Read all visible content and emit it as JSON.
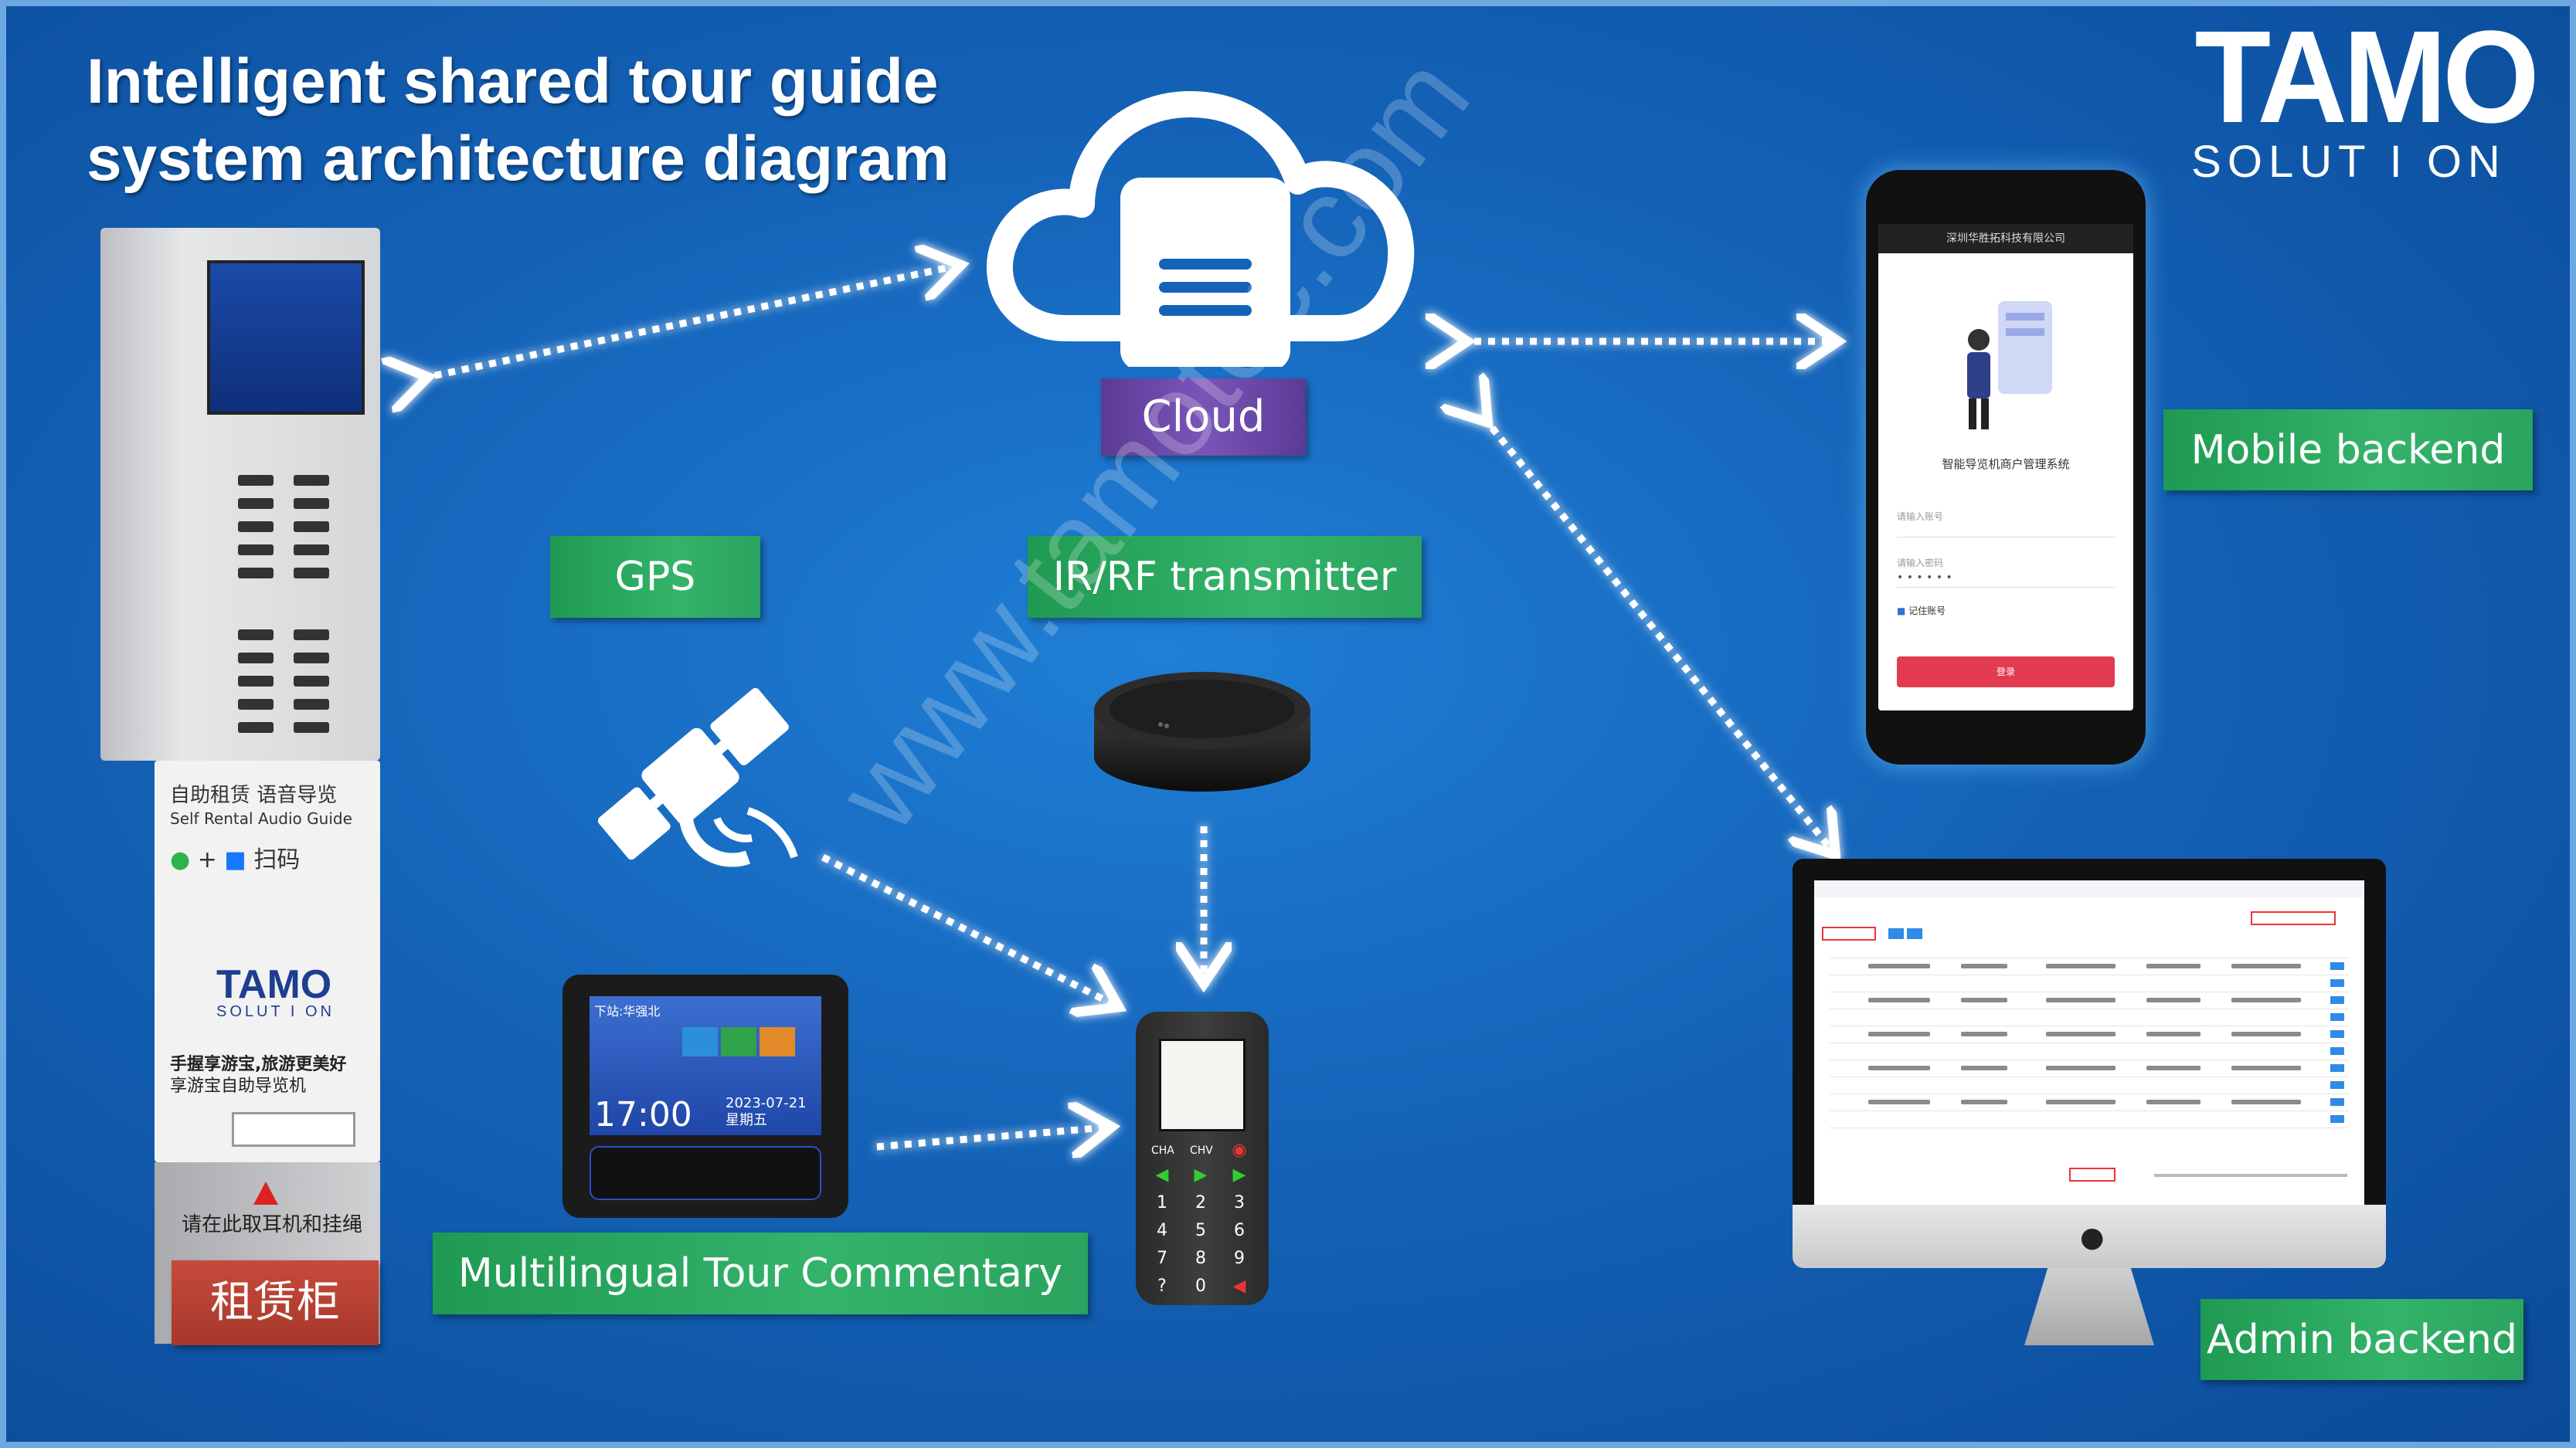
{
  "title": {
    "line1": "Intelligent shared tour guide",
    "line2": "system architecture diagram"
  },
  "logo": {
    "big": "TAMO",
    "small": "SOLUT I ON"
  },
  "labels": {
    "cloud": "Cloud",
    "gps": "GPS",
    "transmitter": "IR/RF transmitter",
    "mobile": "Mobile backend",
    "admin": "Admin backend",
    "commentary": "Multilingual Tour Commentary",
    "cabinet": "租赁柜"
  },
  "watermark": "www.tamotec.com",
  "cabinet": {
    "self_rental_cn": "自助租赁 语音导览",
    "self_rental_en": "Self Rental Audio Guide",
    "scan": "扫码",
    "brand": "TAMO",
    "brand_sub": "SOLUT I ON",
    "slogan1": "手握享游宝,旅游更美好",
    "slogan2": "享游宝自助导览机",
    "notice": "请在此取耳机和挂绳"
  },
  "phone": {
    "header": "深圳华胜拓科技有限公司",
    "system_title": "智能导览机商户管理系统",
    "account_hint": "请输入账号",
    "password_hint": "请输入密码",
    "remember": "记住账号",
    "login": "登录"
  },
  "tablet": {
    "station": "下站:华强北",
    "time": "17:00",
    "date": "2023-07-21",
    "weekday": "星期五"
  },
  "handheld": {
    "keys": [
      "CHA",
      "CHV",
      "1",
      "2",
      "3",
      "4",
      "5",
      "6",
      "7",
      "8",
      "9",
      "?",
      "0"
    ]
  },
  "colors": {
    "background": "#1463b8",
    "label_green": "#2aa35e",
    "label_purple": "#6a47a8",
    "arrow": "#ffffff"
  }
}
